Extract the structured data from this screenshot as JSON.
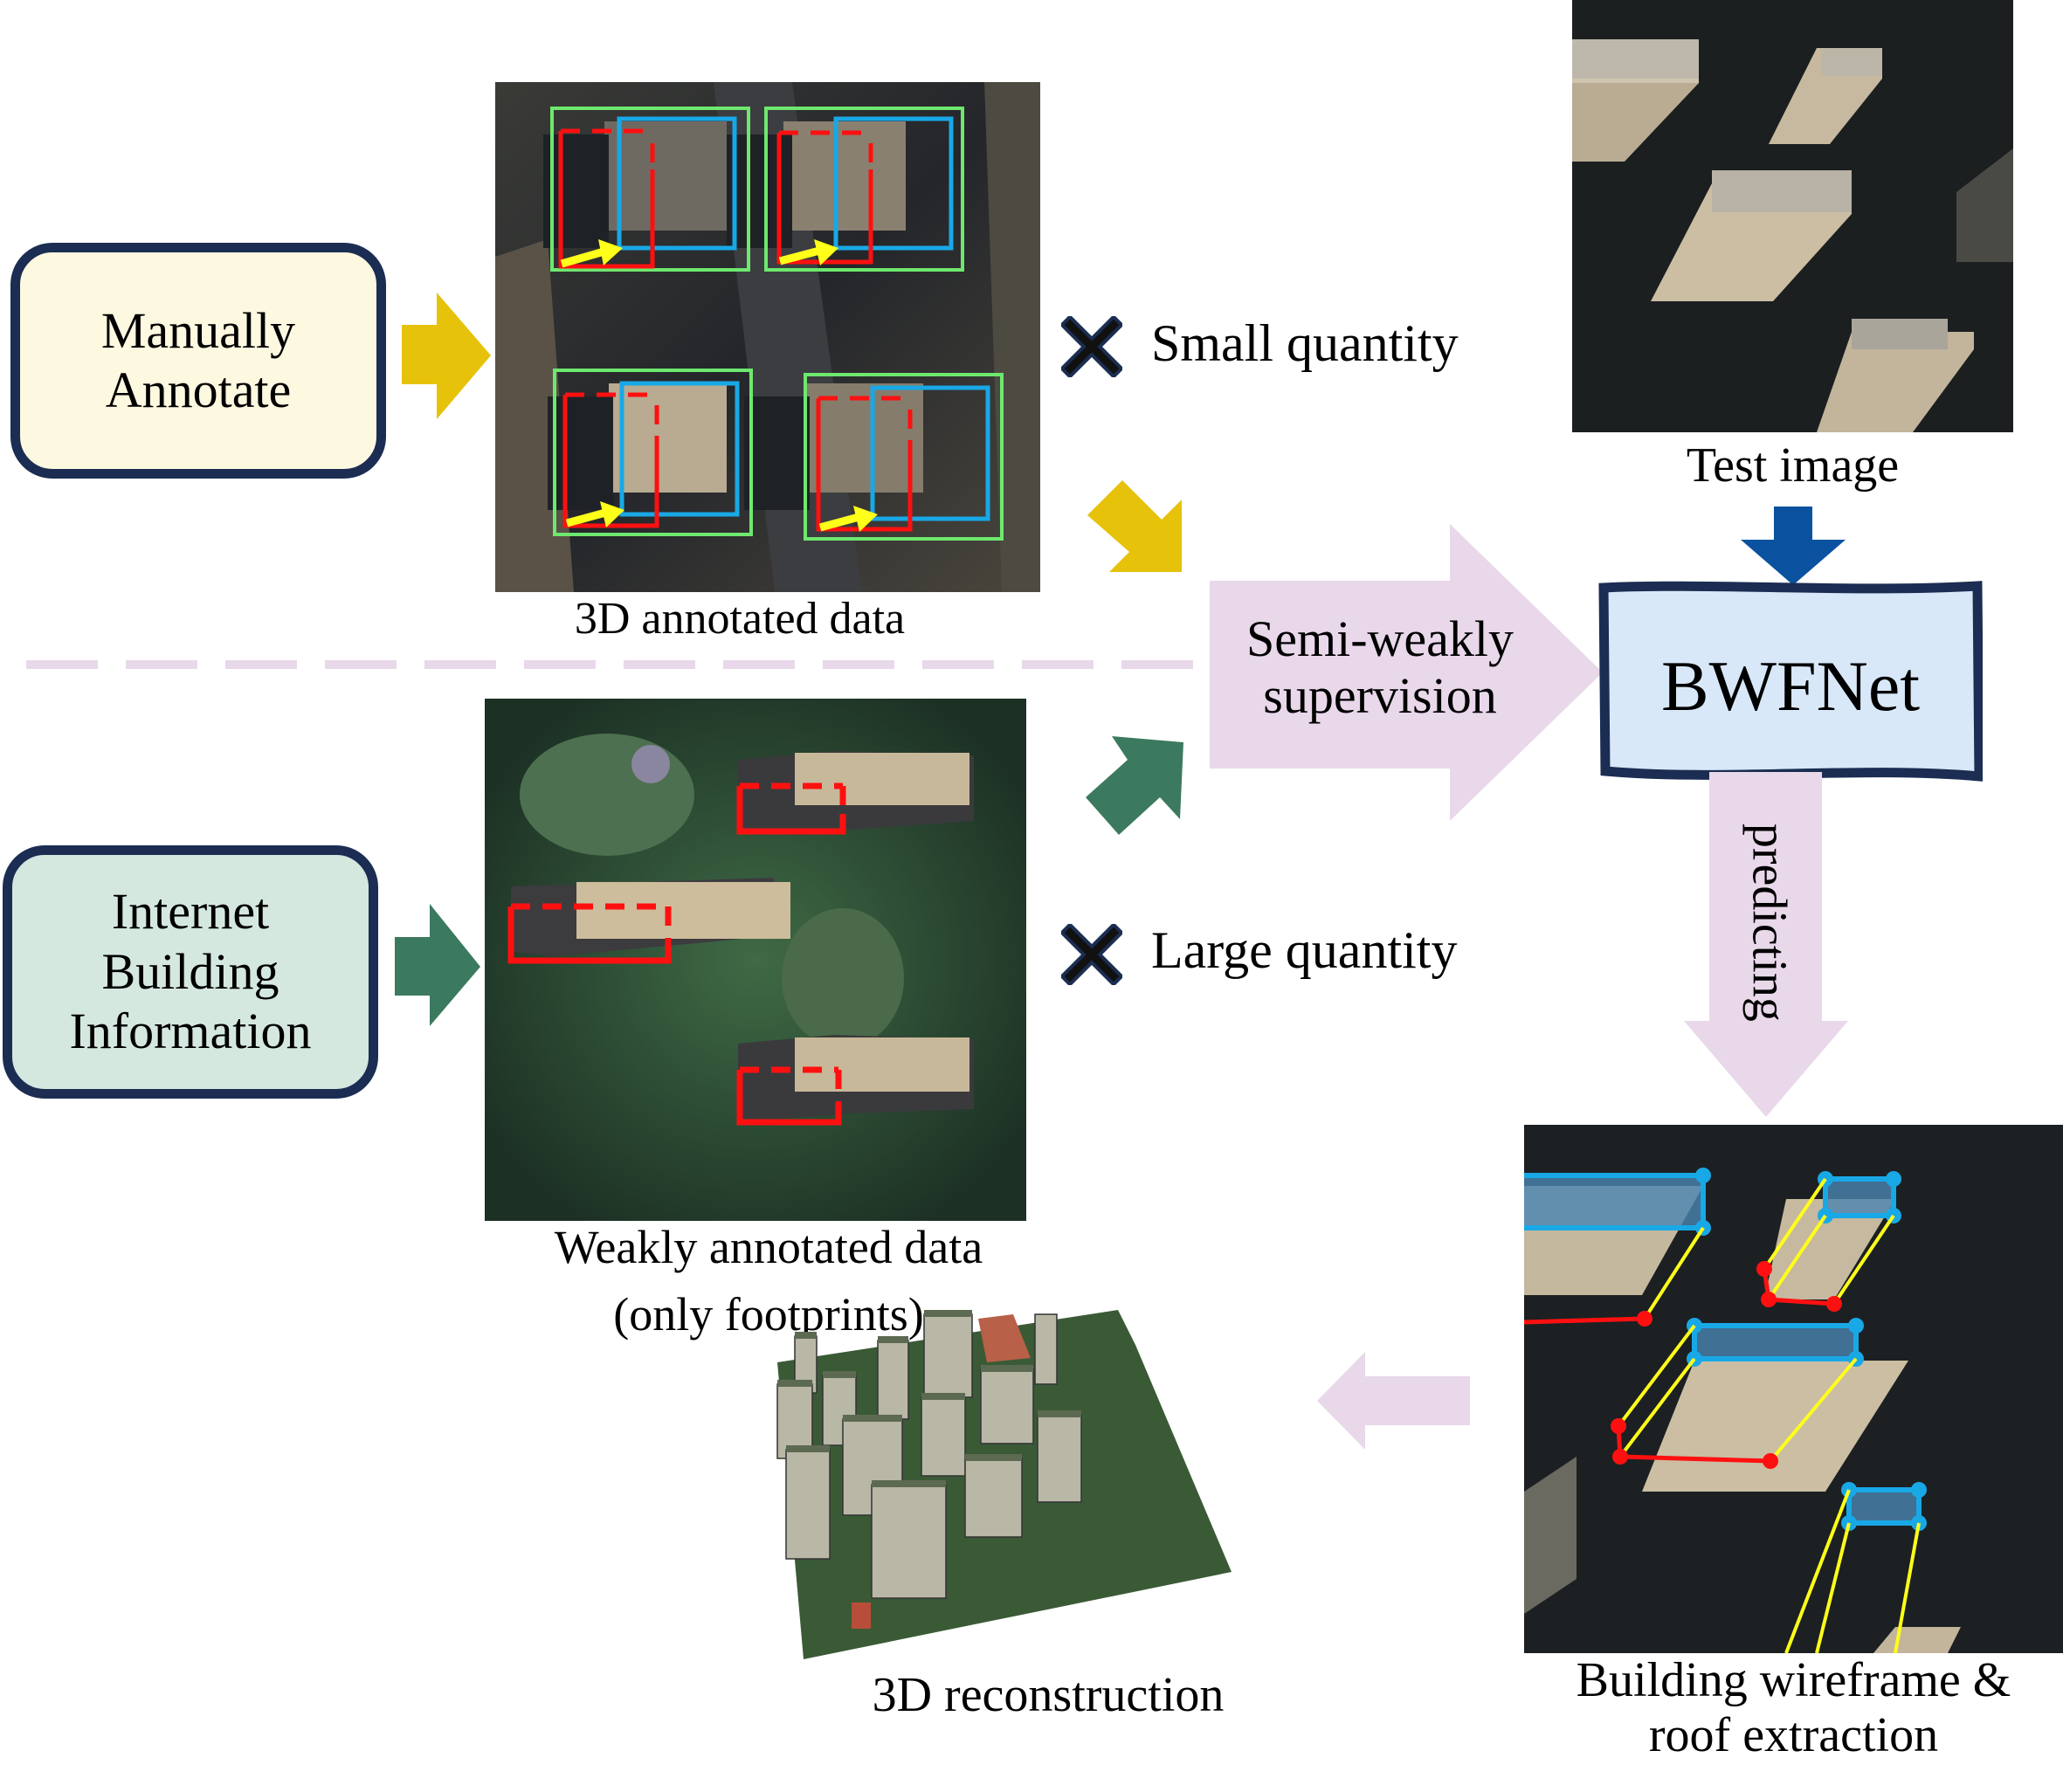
{
  "colors": {
    "box_border": "#1b2d52",
    "manual_box_fill": "#fdf8e0",
    "internet_box_fill": "#d5e8e0",
    "bwfnet_fill": "#d8e8f8",
    "yellow_arrow": "#e6c20a",
    "green_arrow": "#3b7a5e",
    "blue_arrow": "#0a52a0",
    "lavender_arrow": "#e8d8ea",
    "footprint_red": "#ff1010",
    "roof_blue": "#19a8e6",
    "offset_yellow": "#ffff1a",
    "bbox_green": "#6ee86e"
  },
  "sources": {
    "manual": {
      "line1": "Manually",
      "line2": "Annotate"
    },
    "internet": {
      "line1": "Internet",
      "line2": "Building",
      "line3": "Information"
    }
  },
  "data": {
    "annotated_caption": "3D annotated data",
    "weak_caption_line1": "Weakly annotated data",
    "weak_caption_line2": "(only footprints)",
    "small_quantity": "Small quantity",
    "large_quantity": "Large quantity"
  },
  "supervision": {
    "line1": "Semi-weakly",
    "line2": "supervision"
  },
  "model": {
    "name": "BWFNet"
  },
  "test": {
    "caption": "Test image"
  },
  "predict": {
    "label": "predicting"
  },
  "output": {
    "wireframe_line1": "Building wireframe &",
    "wireframe_line2": "roof extraction",
    "recon_caption": "3D reconstruction"
  }
}
